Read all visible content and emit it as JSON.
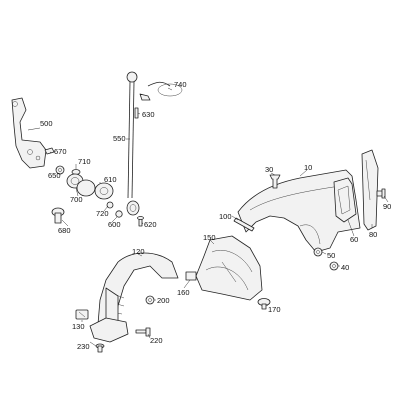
{
  "callouts": {
    "c10": "10",
    "c30": "30",
    "c40": "40",
    "c50": "50",
    "c60": "60",
    "c80": "80",
    "c90": "90",
    "c100": "100",
    "c120": "120",
    "c130": "130",
    "c150": "150",
    "c160": "160",
    "c170": "170",
    "c200": "200",
    "c220": "220",
    "c230": "230",
    "c500": "500",
    "c550": "550",
    "c600": "600",
    "c610": "610",
    "c620": "620",
    "c630": "630",
    "c650": "650",
    "c670": "670",
    "c680": "680",
    "c700": "700",
    "c710": "710",
    "c720": "720",
    "c740": "740"
  },
  "colors": {
    "line": "#222222",
    "fill": "#f2f2f2",
    "background": "#ffffff"
  }
}
